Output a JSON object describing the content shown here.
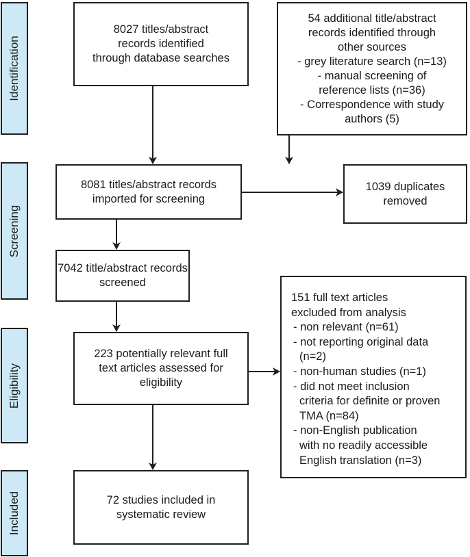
{
  "stages": [
    {
      "id": "identification",
      "label": "Identification"
    },
    {
      "id": "screening",
      "label": "Screening"
    },
    {
      "id": "eligibility",
      "label": "Eligibility"
    },
    {
      "id": "included",
      "label": "Included"
    }
  ],
  "boxes": {
    "database_search": {
      "lines": [
        "8027 titles/abstract",
        "records identified",
        "through database searches"
      ]
    },
    "other_sources": {
      "lines": [
        "54 additional title/abstract",
        "records identified through",
        "other sources",
        "- grey literature search (n=13)",
        "- manual screening of",
        "reference lists (n=36)",
        "- Correspondence with study",
        "authors (5)"
      ]
    },
    "imported": {
      "lines": [
        "8081 titles/abstract records",
        "imported for screening"
      ]
    },
    "duplicates": {
      "lines": [
        "1039 duplicates",
        "removed"
      ]
    },
    "screened": {
      "lines": [
        "7042 title/abstract records",
        "screened"
      ]
    },
    "full_text_assessed": {
      "lines": [
        "223 potentially relevant full",
        "text articles assessed for",
        "eligibility"
      ]
    },
    "excluded": {
      "lines": [
        "151 full text articles",
        "excluded from analysis",
        " - non relevant (n=61)",
        " - not reporting original data",
        "   (n=2)",
        " -  non-human studies (n=1)",
        " -  did not meet inclusion",
        "    criteria for definite or proven",
        "    TMA (n=84)",
        " -  non-English publication",
        "    with no readily accessible",
        "    English translation (n=3)"
      ]
    },
    "included": {
      "lines": [
        "72 studies included in",
        "systematic review"
      ]
    }
  },
  "colors": {
    "stage_fill": "#cde9f6",
    "stroke": "#1f1f1f"
  }
}
